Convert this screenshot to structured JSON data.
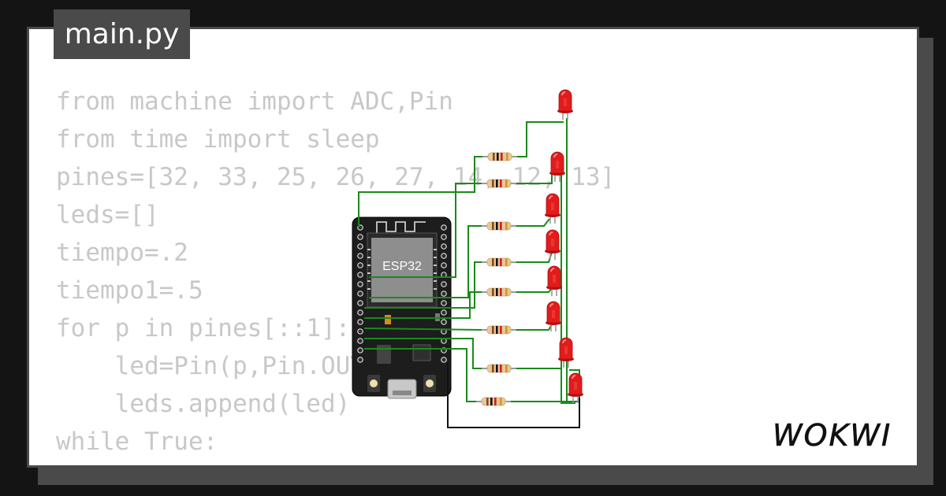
{
  "file_tab": {
    "label": "main.py"
  },
  "code": {
    "lines": [
      "from machine import ADC,Pin",
      "from time import sleep",
      "pines=[32, 33, 25, 26, 27, 14, 12, 13]",
      "leds=[]",
      "tiempo=.2",
      "tiempo1=.5",
      "for p in pines[::1]:",
      "    led=Pin(p,Pin.OUT)",
      "    leds.append(led)",
      "while True:",
      "    #"
    ]
  },
  "board": {
    "chip_label": "ESP32"
  },
  "brand": {
    "logo_text": "WOKWI"
  },
  "colors": {
    "background": "#141414",
    "card": "#ffffff",
    "frame": "#4a4a4a",
    "code_text": "#c8c8c8",
    "wire_green": "#1a8a1a",
    "wire_black": "#111111",
    "led_red": "#e21b1b"
  }
}
